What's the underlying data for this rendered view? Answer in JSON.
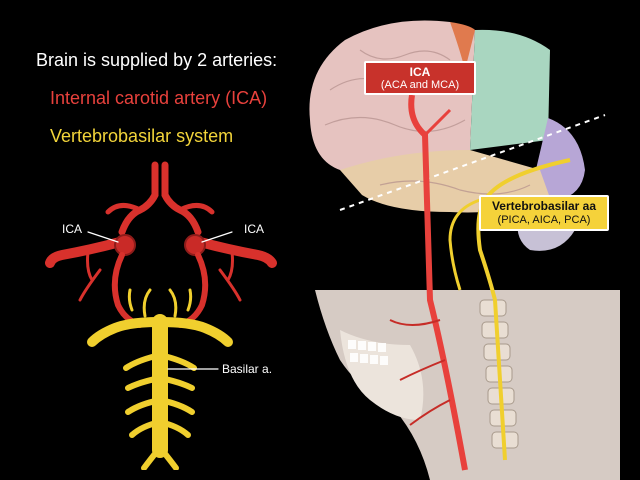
{
  "text": {
    "heading": "Brain is supplied by 2 arteries:",
    "ica_line": "Internal carotid artery (ICA)",
    "vb_line": "Vertebrobasilar system"
  },
  "diagram": {
    "label_ica_left": "ICA",
    "label_ica_right": "ICA",
    "label_basilar": "Basilar a."
  },
  "callouts": {
    "ica_title": "ICA",
    "ica_sub": "(ACA and MCA)",
    "vb_title": "Vertebrobasilar aa",
    "vb_sub": "(PICA, AICA, PCA)"
  },
  "colors": {
    "background": "#000000",
    "ica_red": "#e8413c",
    "vertebrobasilar_yellow": "#f2d43a",
    "text_white": "#ffffff"
  }
}
